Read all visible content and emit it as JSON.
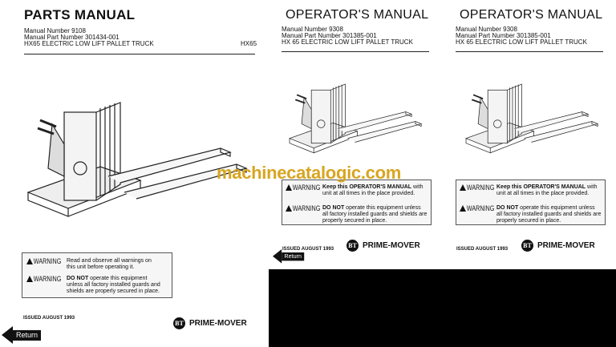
{
  "left": {
    "title": "PARTS MANUAL",
    "manual_number": "Manual Number 9108",
    "part_number": "Manual Part Number 301434-001",
    "product": "HX65 ELECTRIC LOW LIFT PALLET TRUCK",
    "model": "HX65",
    "warnings": [
      {
        "label": "WARNING",
        "bold": "",
        "text": "Read and observe all warnings on this unit before operating it."
      },
      {
        "label": "WARNING",
        "bold": "DO NOT",
        "text": " operate this equipment unless all factory installed guards and shields are properly secured in place."
      }
    ],
    "issued": "ISSUED AUGUST 1993",
    "brand": "PRIME-MOVER",
    "brand_mark": "BT",
    "return_label": "Return"
  },
  "middle": {
    "title": "OPERATOR'S MANUAL",
    "manual_number": "Manual Number 9308",
    "part_number": "Manual Part Number 301385-001",
    "product": "HX 65 ELECTRIC LOW LIFT PALLET TRUCK",
    "warnings": [
      {
        "label": "WARNING",
        "bold": "Keep this OPERATOR'S MANUAL",
        "text": " with unit at all times in the place provided."
      },
      {
        "label": "WARNING",
        "bold": "DO NOT",
        "text": " operate this equipment unless all factory installed guards and shields are properly secured in place."
      }
    ],
    "issued": "ISSUED AUGUST 1993",
    "brand": "PRIME-MOVER",
    "brand_mark": "BT",
    "return_label": "Return"
  },
  "right": {
    "title": "OPERATOR'S MANUAL",
    "manual_number": "Manual Number 9308",
    "part_number": "Manual Part Number 301385-001",
    "product": "HX 65 ELECTRIC LOW LIFT PALLET TRUCK",
    "warnings": [
      {
        "label": "WARNING",
        "bold": "Keep this OPERATOR'S MANUAL",
        "text": " with unit at all times in the place provided."
      },
      {
        "label": "WARNING",
        "bold": "DO NOT",
        "text": " operate this equipment unless all factory installed guards and shields are properly secured in place."
      }
    ],
    "issued": "ISSUED AUGUST 1993",
    "brand": "PRIME-MOVER",
    "brand_mark": "BT"
  },
  "watermark": "machinecatalogic.com",
  "colors": {
    "watermark": "#d8a520",
    "black_panel": "#000000"
  }
}
